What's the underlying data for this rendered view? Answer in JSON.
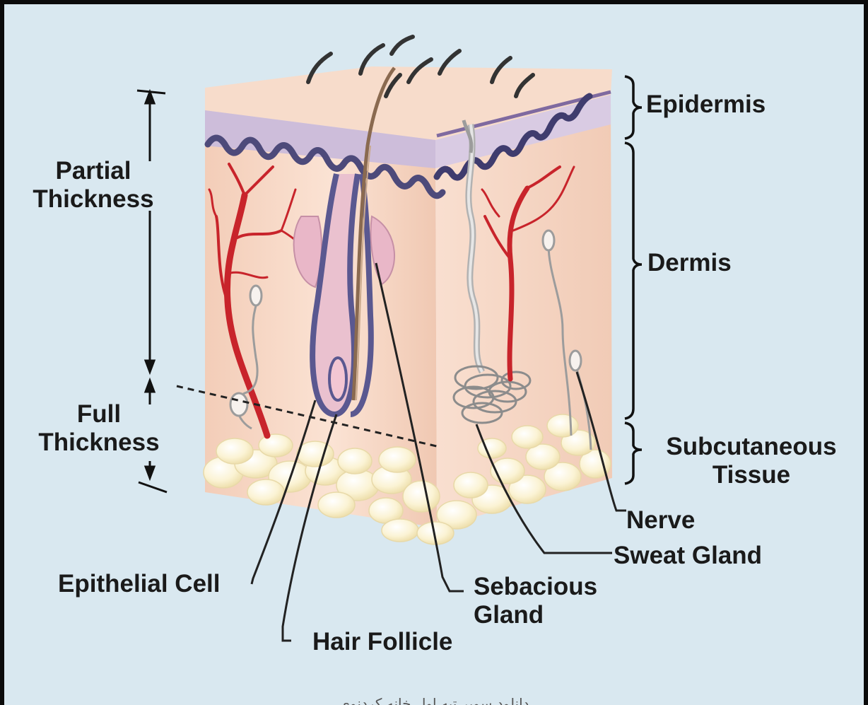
{
  "colors": {
    "background": "#d9e8f0",
    "skin": "#f5d6c4",
    "epidermis": "#c9b8d6",
    "basement_line": "#4d4a7a",
    "vessel": "#c8242b",
    "fat": "#fbf3d4",
    "label_text": "#1a1a1a"
  },
  "labels": {
    "partial_thickness": "Partial\nThickness",
    "full_thickness": "Full\nThickness",
    "epidermis": "Epidermis",
    "dermis": "Dermis",
    "subcutaneous_tissue": "Subcutaneous\nTissue",
    "nerve": "Nerve",
    "sweat_gland": "Sweat Gland",
    "sebacious_gland": "Sebacious\nGland",
    "hair_follicle": "Hair Follicle",
    "epithelial_cell": "Epithelial Cell"
  },
  "watermark": "دانلود سوپر تپه اول خانه کردنوی"
}
